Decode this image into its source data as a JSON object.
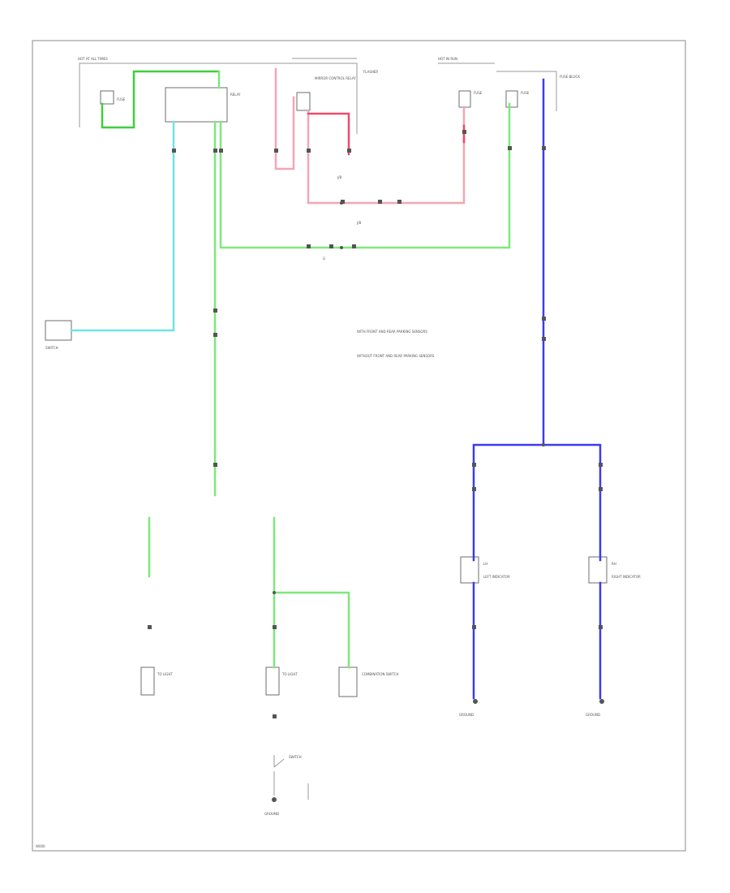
{
  "diagram": {
    "colors": {
      "green": "#7ee87a",
      "dark_green": "#3fcf3a",
      "pink": "#f4a6b5",
      "red": "#ef4a6a",
      "blue": "#3b3bef",
      "cyan": "#6fe3e6",
      "frame": "#8a8a8a"
    },
    "labels": {
      "hot_at_all_times": "HOT AT ALL TIMES",
      "hot_in_run": "HOT IN RUN",
      "fuse_block": "FUSE BLOCK",
      "relay": "RELAY",
      "mirror_relay": "MIRROR CONTROL RELAY",
      "flasher": "FLASHER",
      "fuse_left_a": "FUSE",
      "fuse_right_a": "FUSE",
      "fuse_right_b": "FUSE",
      "junction_a": "J/B",
      "junction_b": "J/B",
      "switch_box": "SWITCH",
      "ground_c": "G",
      "note_1": "WITH FRONT AND REAR PARKING SENSORS",
      "note_2": "WITHOUT FRONT AND REAR PARKING SENSORS",
      "left_module_a": "LH",
      "left_module_b": "RH",
      "bottom_left": "TO LIGHT",
      "bottom_mid": "TO LIGHT",
      "bottom_right_box": "COMBINATION SWITCH",
      "indicator_left": "LEFT INDICATOR",
      "indicator_right": "RIGHT INDICATOR",
      "ground_left": "GROUND",
      "ground_right": "GROUND",
      "ground_bottom": "GROUND",
      "bottom_switch": "SWITCH",
      "corner_tag": "W000"
    }
  }
}
